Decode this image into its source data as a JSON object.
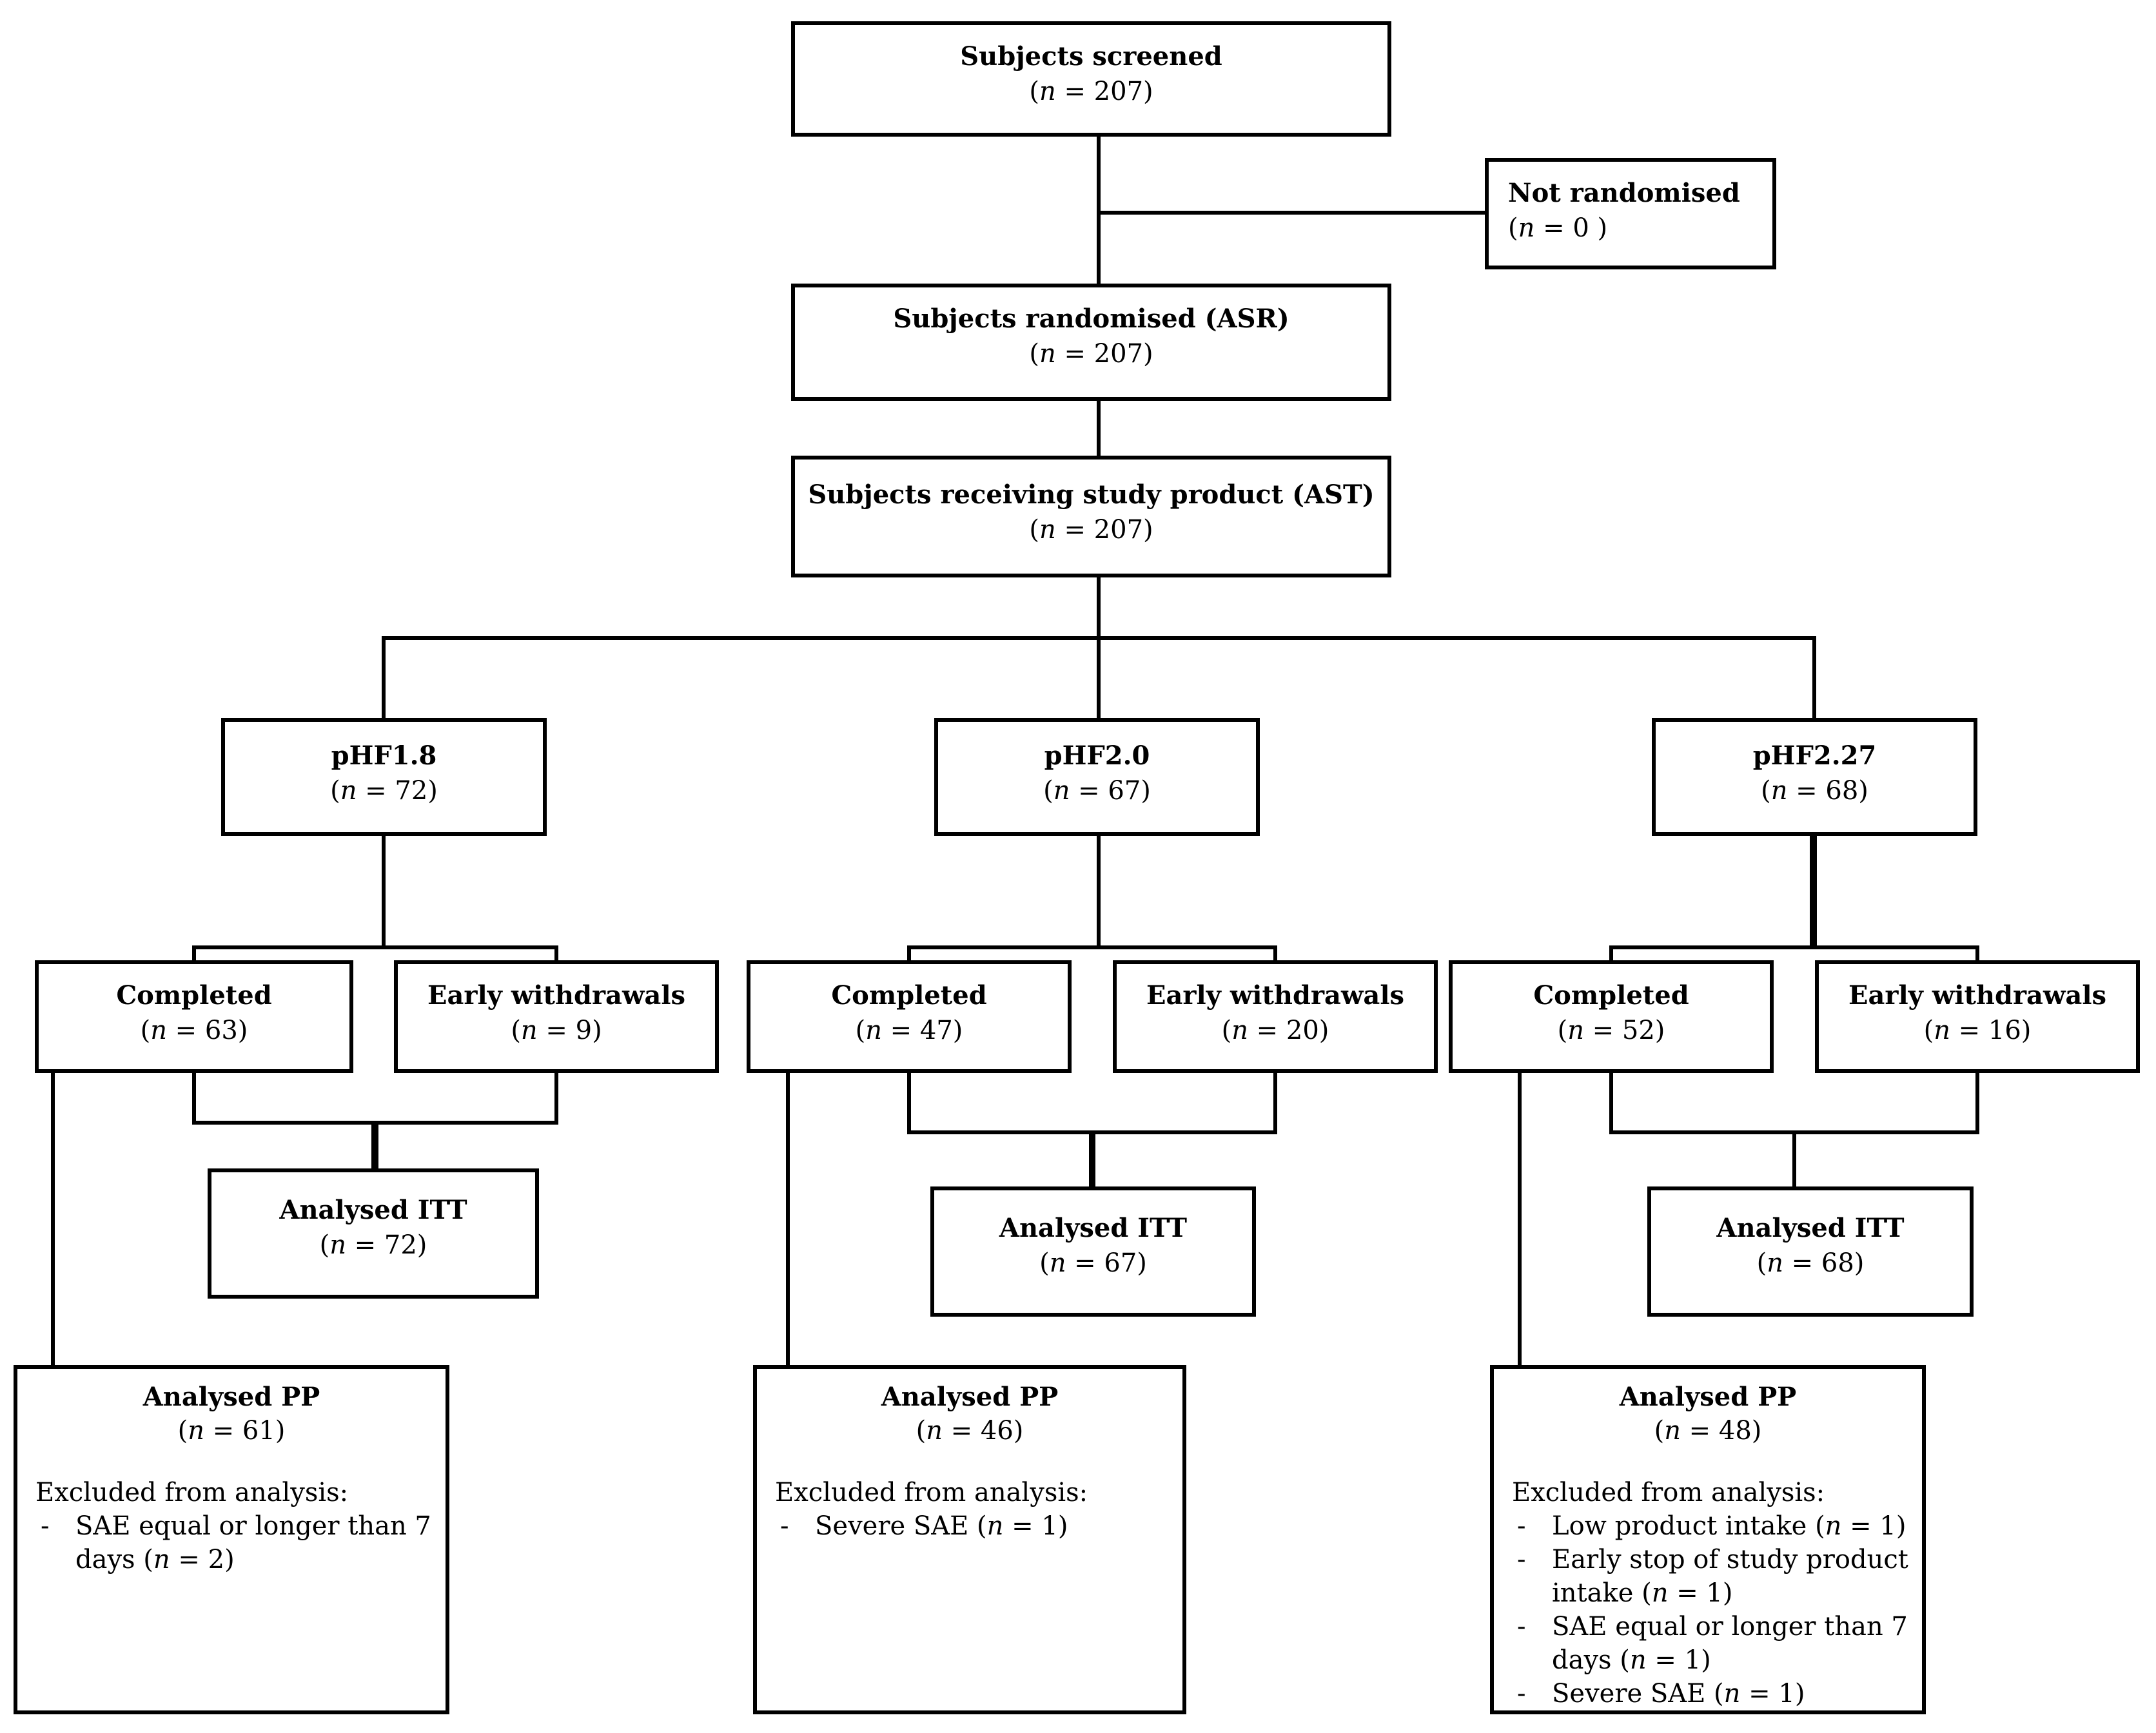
{
  "diagram": {
    "screened": {
      "title": "Subjects screened",
      "n": "(n = 207)"
    },
    "not_randomised": {
      "title": "Not randomised",
      "n": "(n = 0 )"
    },
    "randomised": {
      "title": "Subjects randomised (ASR)",
      "n": "(n = 207)"
    },
    "receiving": {
      "title": "Subjects receiving study product (AST)",
      "n": "(n = 207)"
    },
    "arms": [
      {
        "name": {
          "title": "pHF1.8",
          "n": "(n = 72)"
        },
        "completed": {
          "title": "Completed",
          "n": "(n = 63)"
        },
        "early": {
          "title": "Early withdrawals",
          "n": "(n = 9)"
        },
        "itt": {
          "title": "Analysed ITT",
          "n": "(n = 72)"
        },
        "pp": {
          "title": "Analysed PP",
          "n": "(n = 61)",
          "excluded_label": "Excluded from analysis:",
          "exclusions": [
            "SAE equal or longer than 7 days (n = 2)"
          ]
        }
      },
      {
        "name": {
          "title": "pHF2.0",
          "n": "(n = 67)"
        },
        "completed": {
          "title": "Completed",
          "n": "(n = 47)"
        },
        "early": {
          "title": "Early withdrawals",
          "n": "(n = 20)"
        },
        "itt": {
          "title": "Analysed ITT",
          "n": "(n = 67)"
        },
        "pp": {
          "title": "Analysed PP",
          "n": "(n = 46)",
          "excluded_label": "Excluded from analysis:",
          "exclusions": [
            "Severe SAE (n = 1)"
          ]
        }
      },
      {
        "name": {
          "title": "pHF2.27",
          "n": "(n = 68)"
        },
        "completed": {
          "title": "Completed",
          "n": "(n = 52)"
        },
        "early": {
          "title": "Early withdrawals",
          "n": "(n = 16)"
        },
        "itt": {
          "title": "Analysed ITT",
          "n": "(n = 68)"
        },
        "pp": {
          "title": "Analysed PP",
          "n": "(n = 48)",
          "excluded_label": "Excluded from analysis:",
          "exclusions": [
            "Low product intake (n = 1)",
            "Early stop of study product intake (n = 1)",
            "SAE equal or longer than 7 days (n = 1)",
            "Severe SAE (n = 1)"
          ]
        }
      }
    ]
  }
}
